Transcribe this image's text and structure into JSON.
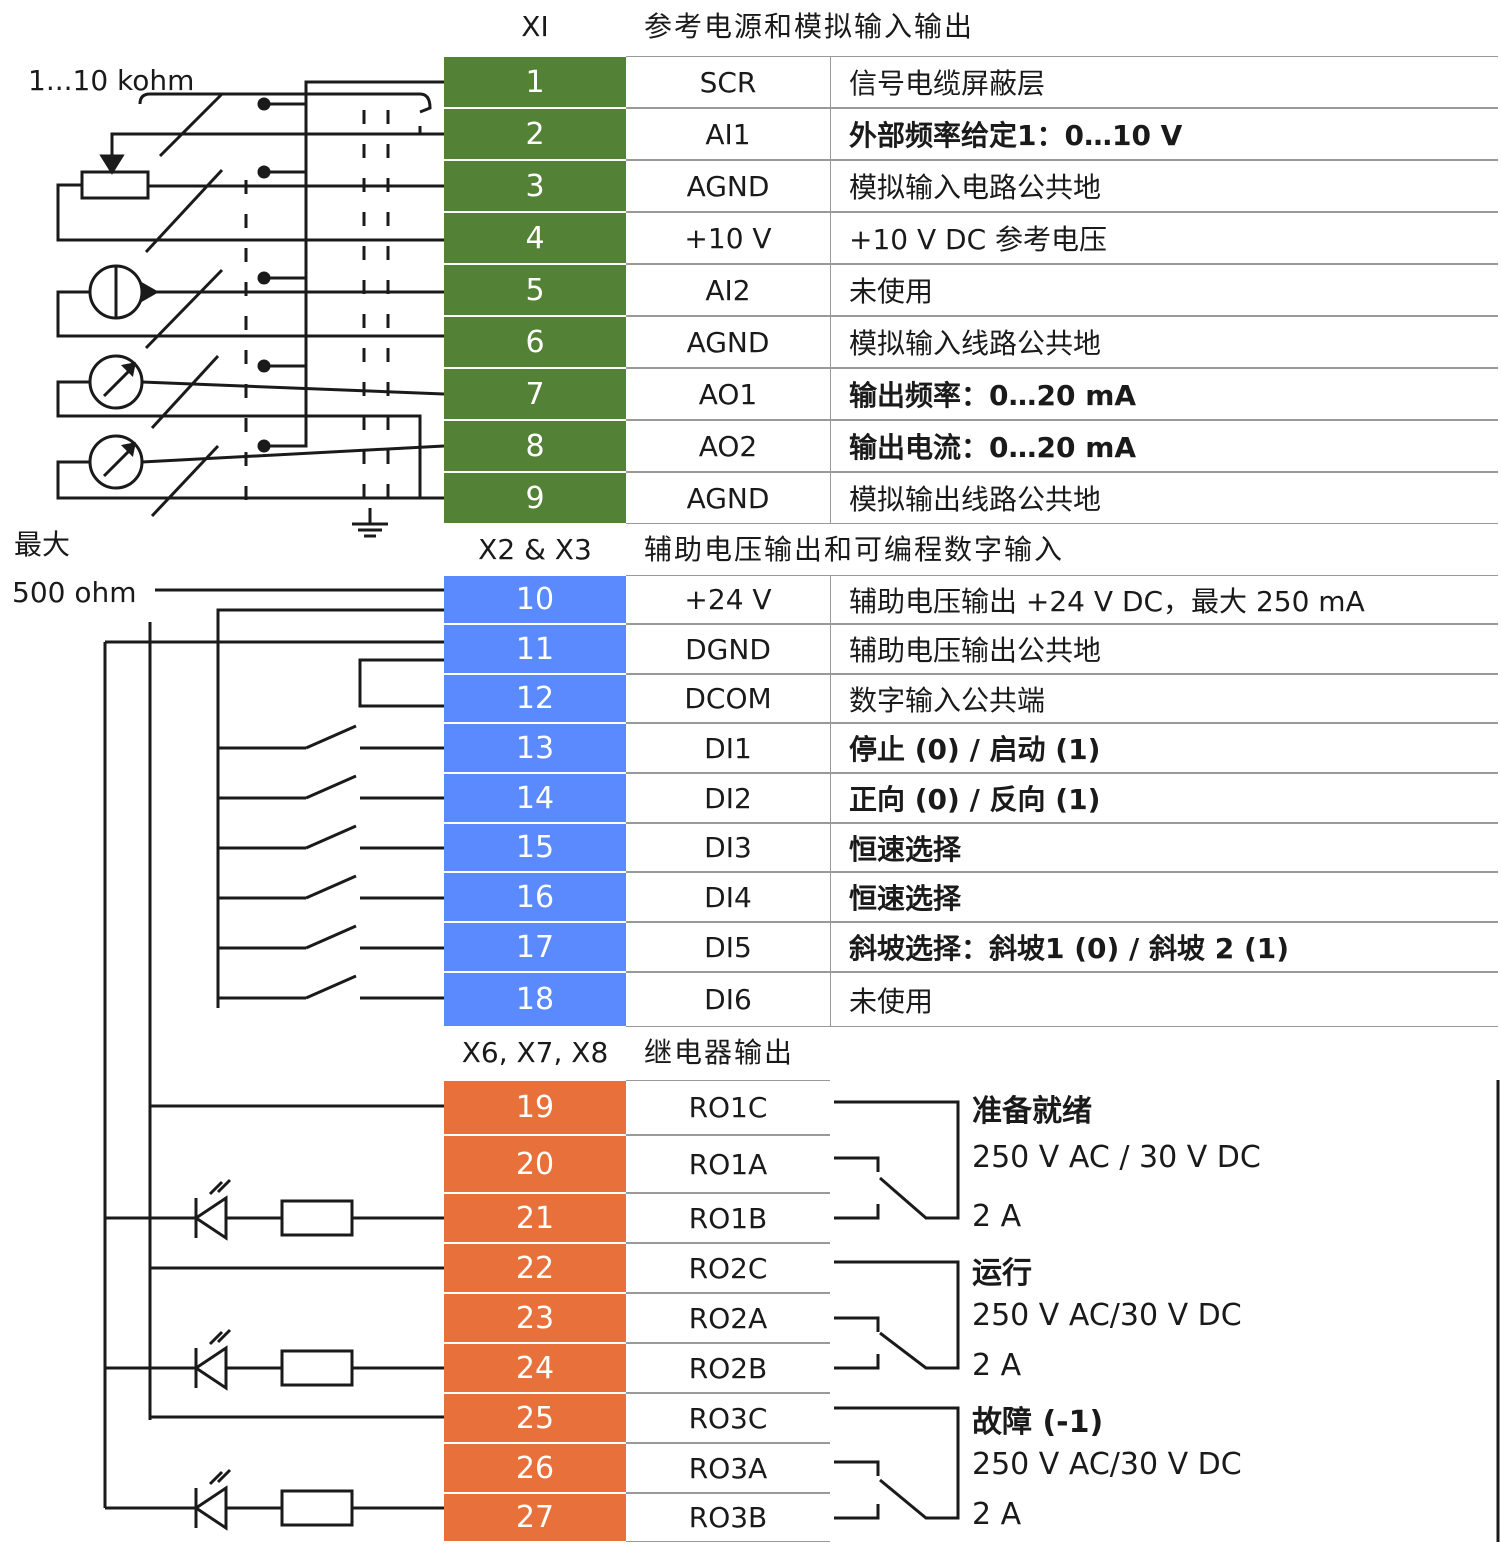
{
  "sections": [
    {
      "code": "XI",
      "title": "参考电源和模拟输入输出"
    },
    {
      "code": "X2 & X3",
      "title": "辅助电压输出和可编程数字输入"
    },
    {
      "code": "X6, X7, X8",
      "title": "继电器输出"
    }
  ],
  "left_labels": {
    "pot": "1...10 kohm",
    "max1": "最大",
    "max2": "500 ohm"
  },
  "colors": {
    "analog": "#538135",
    "digital": "#5b8aff",
    "relay": "#e8703a",
    "line": "#999999"
  },
  "rows": [
    {
      "num": "1",
      "sig": "SCR",
      "desc": "信号电缆屏蔽层"
    },
    {
      "num": "2",
      "sig": "AI1",
      "desc": "外部频率给定1：0…10 V",
      "bold": true
    },
    {
      "num": "3",
      "sig": "AGND",
      "desc": "模拟输入电路公共地"
    },
    {
      "num": "4",
      "sig": "+10 V",
      "desc": "+10 V DC 参考电压"
    },
    {
      "num": "5",
      "sig": "AI2",
      "desc": "未使用"
    },
    {
      "num": "6",
      "sig": "AGND",
      "desc": "模拟输入线路公共地"
    },
    {
      "num": "7",
      "sig": "AO1",
      "desc": "输出频率：0…20 mA",
      "bold": true
    },
    {
      "num": "8",
      "sig": "AO2",
      "desc": "输出电流：0…20 mA",
      "bold": true
    },
    {
      "num": "9",
      "sig": "AGND",
      "desc": "模拟输出线路公共地"
    },
    {
      "num": "10",
      "sig": "+24 V",
      "desc": "辅助电压输出 +24 V DC，最大 250 mA"
    },
    {
      "num": "11",
      "sig": "DGND",
      "desc": "辅助电压输出公共地"
    },
    {
      "num": "12",
      "sig": "DCOM",
      "desc": "数字输入公共端"
    },
    {
      "num": "13",
      "sig": "DI1",
      "desc": "停止 (0) / 启动 (1)",
      "bold": true
    },
    {
      "num": "14",
      "sig": "DI2",
      "desc": "正向 (0) / 反向 (1)",
      "bold": true
    },
    {
      "num": "15",
      "sig": "DI3",
      "desc": "恒速选择",
      "bold": true
    },
    {
      "num": "16",
      "sig": "DI4",
      "desc": "恒速选择",
      "bold": true
    },
    {
      "num": "17",
      "sig": "DI5",
      "desc": "斜坡选择：斜坡1 (0) / 斜坡 2 (1)",
      "bold": true
    },
    {
      "num": "18",
      "sig": "DI6",
      "desc": "未使用"
    },
    {
      "num": "19",
      "sig": "RO1C"
    },
    {
      "num": "20",
      "sig": "RO1A"
    },
    {
      "num": "21",
      "sig": "RO1B"
    },
    {
      "num": "22",
      "sig": "RO2C"
    },
    {
      "num": "23",
      "sig": "RO2A"
    },
    {
      "num": "24",
      "sig": "RO2B"
    },
    {
      "num": "25",
      "sig": "RO3C"
    },
    {
      "num": "26",
      "sig": "RO3A"
    },
    {
      "num": "27",
      "sig": "RO3B"
    }
  ],
  "relays": [
    {
      "name": "准备就绪",
      "rating": "250 V AC / 30 V DC",
      "current": "2 A"
    },
    {
      "name": "运行",
      "rating": "250 V AC/30 V DC",
      "current": "2 A"
    },
    {
      "name": "故障 (-1)",
      "rating": "250 V AC/30 V DC",
      "current": "2 A"
    }
  ]
}
